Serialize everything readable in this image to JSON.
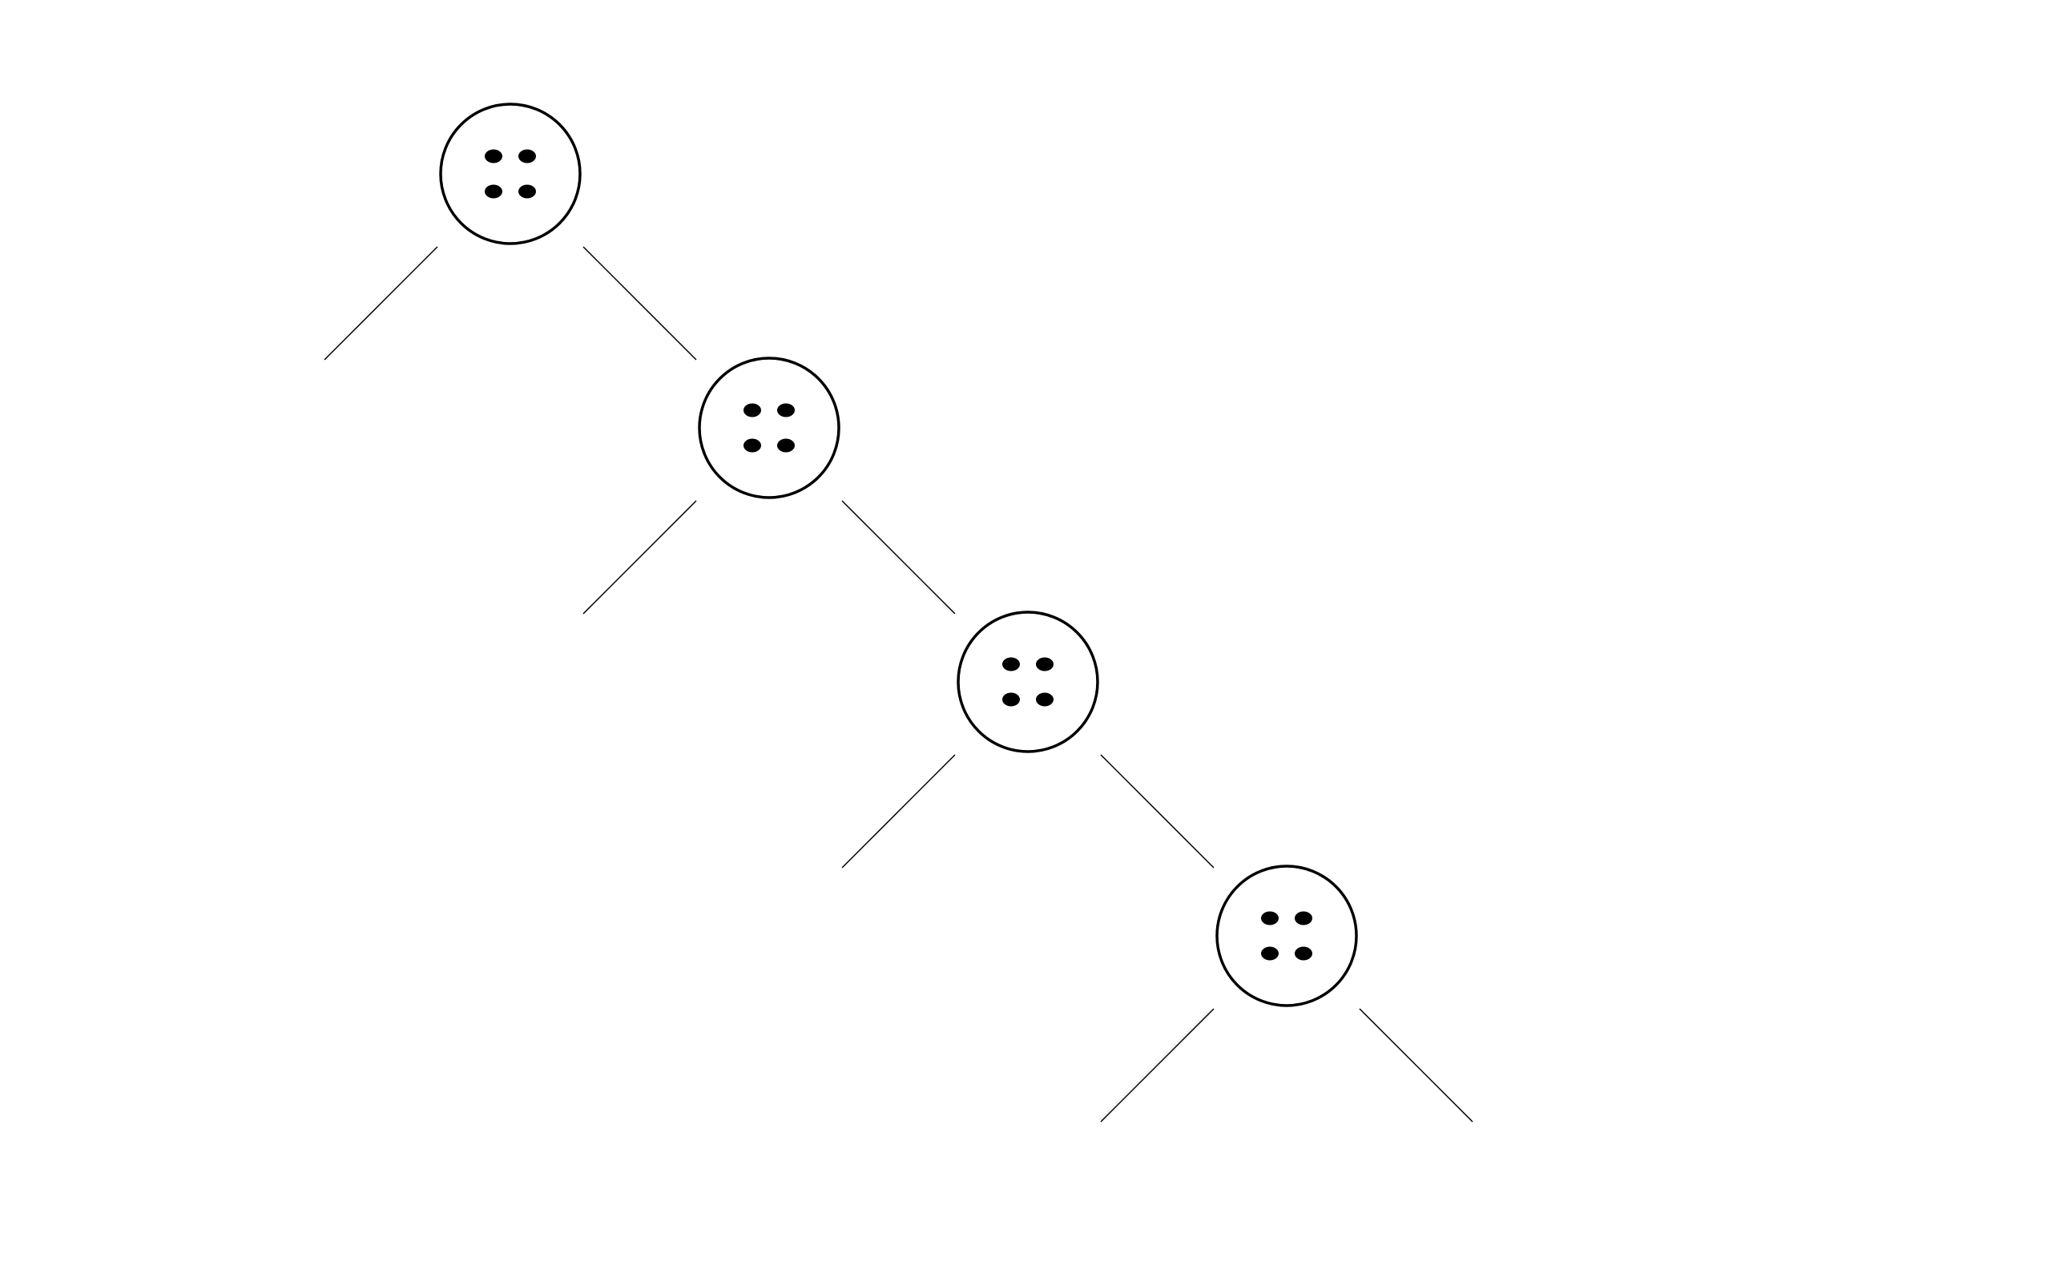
{
  "diagram": {
    "type": "binary-tree",
    "node_icon": "four-dot-button-icon",
    "colors": {
      "background": "#ffffff",
      "stroke": "#000000"
    },
    "nodes": [
      {
        "id": "node-1",
        "left": "leaf-1",
        "right": "node-2"
      },
      {
        "id": "node-2",
        "left": "leaf-2",
        "right": "node-3"
      },
      {
        "id": "node-3",
        "left": "leaf-3",
        "right": "node-4"
      },
      {
        "id": "node-4",
        "left": "leaf-4",
        "right": "leaf-5"
      }
    ]
  }
}
